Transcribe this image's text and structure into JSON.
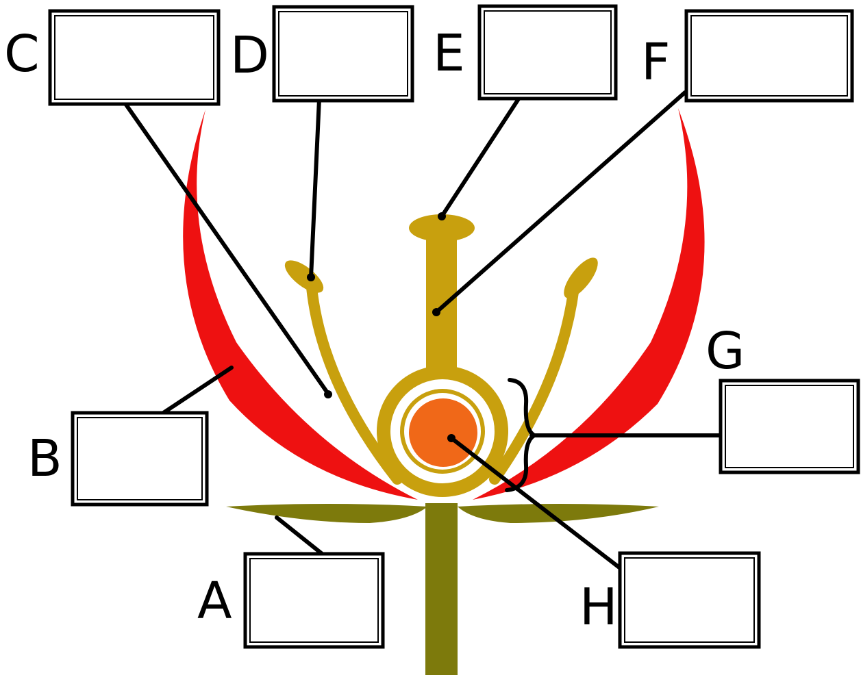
{
  "diagram": {
    "subject": "flower-structure",
    "labels": [
      {
        "key": "A",
        "text": "A",
        "answer": ""
      },
      {
        "key": "B",
        "text": "B",
        "answer": ""
      },
      {
        "key": "C",
        "text": "C",
        "answer": ""
      },
      {
        "key": "D",
        "text": "D",
        "answer": ""
      },
      {
        "key": "E",
        "text": "E",
        "answer": ""
      },
      {
        "key": "F",
        "text": "F",
        "answer": ""
      },
      {
        "key": "G",
        "text": "G",
        "answer": ""
      },
      {
        "key": "H",
        "text": "H",
        "answer": ""
      }
    ]
  },
  "colors": {
    "petal": "#ee1111",
    "stamen_pistil": "#c8a00e",
    "ovary_inner": "#ffffff",
    "ovule": "#f06818",
    "sepal_stem": "#7d7a0c",
    "box_border": "#000000",
    "leader_line": "#000000"
  }
}
